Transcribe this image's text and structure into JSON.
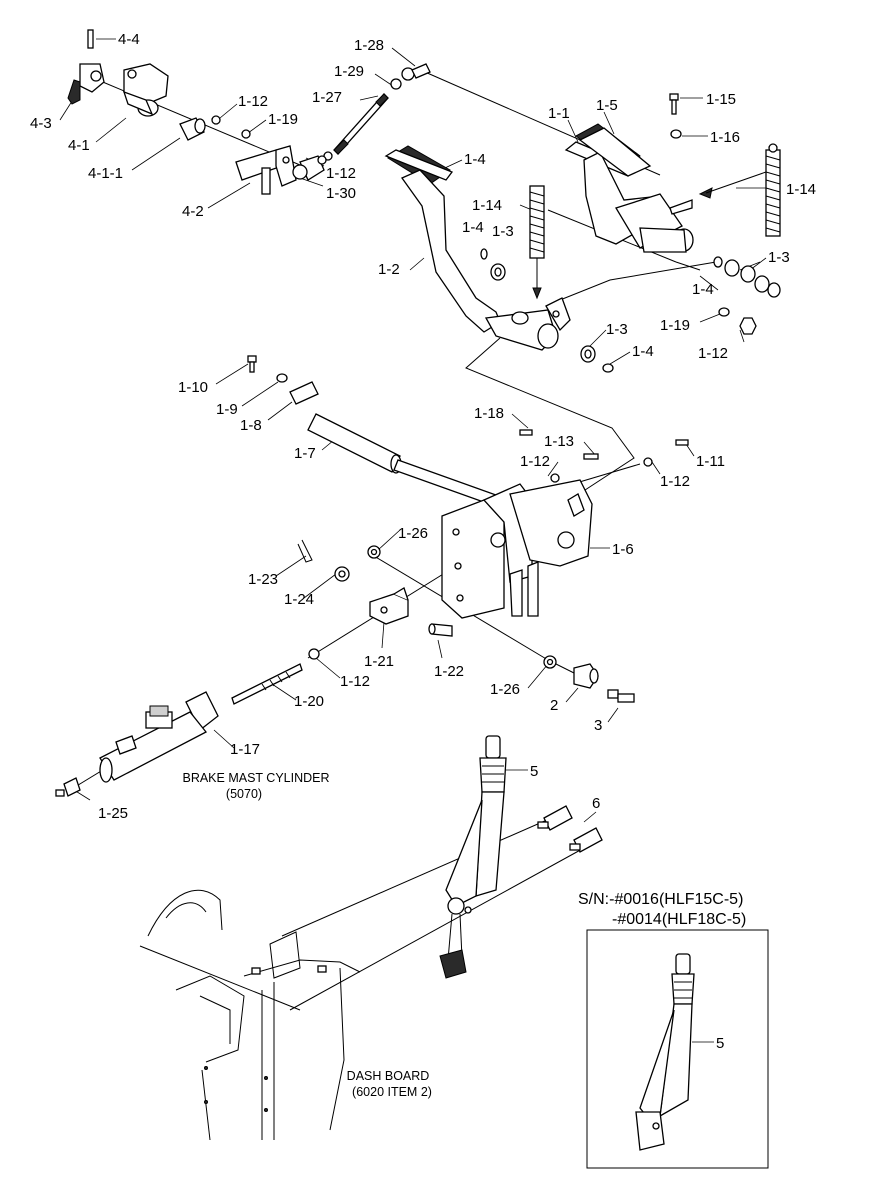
{
  "part_labels": {
    "l_4_4": "4-4",
    "l_4_3": "4-3",
    "l_4_1": "4-1",
    "l_4_1_1": "4-1-1",
    "l_4_2": "4-2",
    "l_1_12_a": "1-12",
    "l_1_19_a": "1-19",
    "l_1_12_b": "1-12",
    "l_1_30": "1-30",
    "l_1_28": "1-28",
    "l_1_29": "1-29",
    "l_1_27": "1-27",
    "l_1_4_a": "1-4",
    "l_1_14_a": "1-14",
    "l_1_4_b": "1-4",
    "l_1_3_a": "1-3",
    "l_1_2": "1-2",
    "l_1_1": "1-1",
    "l_1_5": "1-5",
    "l_1_15": "1-15",
    "l_1_16": "1-16",
    "l_1_14_b": "1-14",
    "l_1_3_b": "1-3",
    "l_1_4_c": "1-4",
    "l_1_19_b": "1-19",
    "l_1_12_c": "1-12",
    "l_1_3_c": "1-3",
    "l_1_4_d": "1-4",
    "l_1_10": "1-10",
    "l_1_9": "1-9",
    "l_1_8": "1-8",
    "l_1_7": "1-7",
    "l_1_18": "1-18",
    "l_1_13": "1-13",
    "l_1_12_d": "1-12",
    "l_1_11": "1-11",
    "l_1_12_e": "1-12",
    "l_1_26_a": "1-26",
    "l_1_6": "1-6",
    "l_1_23": "1-23",
    "l_1_24": "1-24",
    "l_1_21": "1-21",
    "l_1_22": "1-22",
    "l_1_12_f": "1-12",
    "l_1_20": "1-20",
    "l_1_26_b": "1-26",
    "l_2": "2",
    "l_3": "3",
    "l_1_17": "1-17",
    "l_1_25": "1-25",
    "l_5_a": "5",
    "l_6": "6",
    "l_5_b": "5"
  },
  "captions": {
    "brake_line1": "BRAKE MAST CYLINDER",
    "brake_line2": "(5070)",
    "dash_line1": "DASH BOARD",
    "dash_line2": "(6020 ITEM 2)",
    "sn_line1": "S/N:-#0016(HLF15C-5)",
    "sn_line2": "-#0014(HLF18C-5)"
  }
}
